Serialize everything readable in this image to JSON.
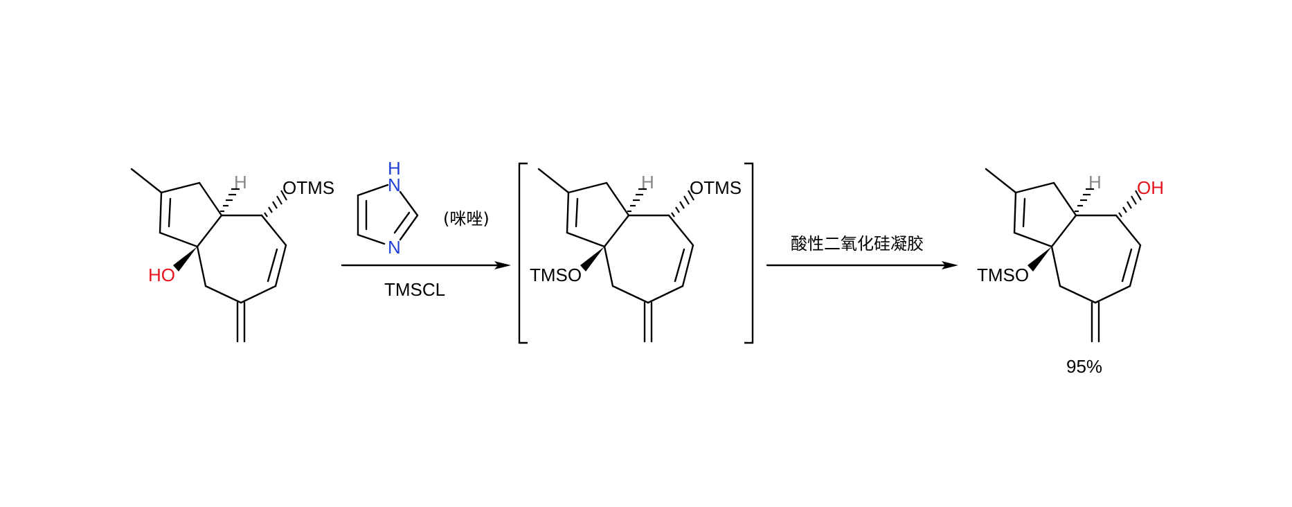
{
  "colors": {
    "bond": "#000000",
    "oxygen_highlight": "#e8141c",
    "nitrogen": "#1f3fd6",
    "stereo_hydrogen": "#888888",
    "text": "#000000"
  },
  "starting_material": {
    "label_h": "H",
    "label_otms": "OTMS",
    "label_ho": "HO"
  },
  "imidazole": {
    "label_nh_h": "H",
    "label_nh_n": "N",
    "label_n": "N"
  },
  "step1": {
    "reagent_name": "(咪唑)",
    "reagent_below": "TMSCL"
  },
  "intermediate": {
    "label_h": "H",
    "label_otms": "OTMS",
    "label_tmso": "TMSO"
  },
  "step2": {
    "reagent_above": "酸性二氧化硅凝胶"
  },
  "product": {
    "label_h": "H",
    "label_oh": "OH",
    "label_tmso": "TMSO",
    "yield": "95%"
  }
}
